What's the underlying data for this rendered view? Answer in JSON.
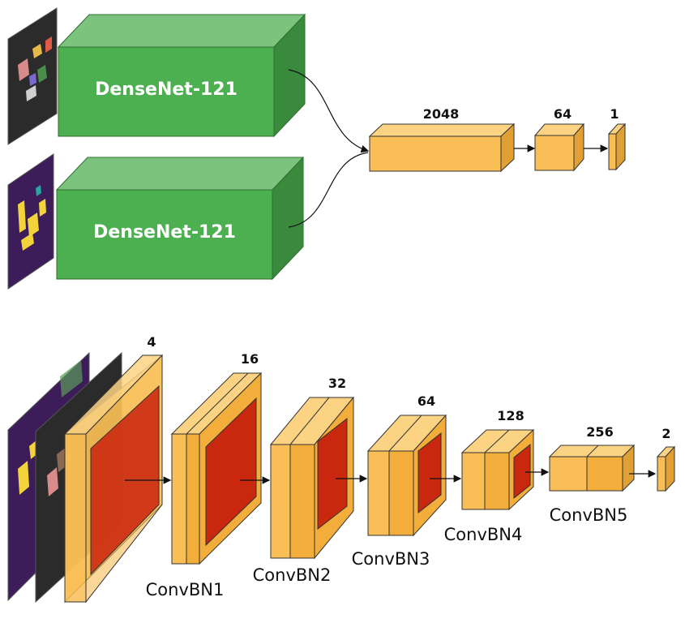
{
  "top": {
    "encoder_label": "DenseNet-121",
    "encoder_label_2": "DenseNet-121",
    "fc_sizes": [
      "2048",
      "64",
      "1"
    ]
  },
  "bottom": {
    "input_channels": "4",
    "blocks": [
      {
        "name": "ConvBN1",
        "channels": "16"
      },
      {
        "name": "ConvBN2",
        "channels": "32"
      },
      {
        "name": "ConvBN3",
        "channels": "64"
      },
      {
        "name": "ConvBN4",
        "channels": "128"
      },
      {
        "name": "ConvBN5",
        "channels": "256"
      }
    ],
    "output_channels": "2"
  },
  "colors": {
    "green_front": "#4caf50",
    "green_top": "#7cc47e",
    "green_side": "#3a8a3d",
    "orange_front": "#f9be55",
    "orange_top": "#fbd383",
    "orange_side": "#e0a033",
    "red": "#c9270e",
    "purple": "#3d1c5a",
    "dark": "#2b2b2b"
  }
}
